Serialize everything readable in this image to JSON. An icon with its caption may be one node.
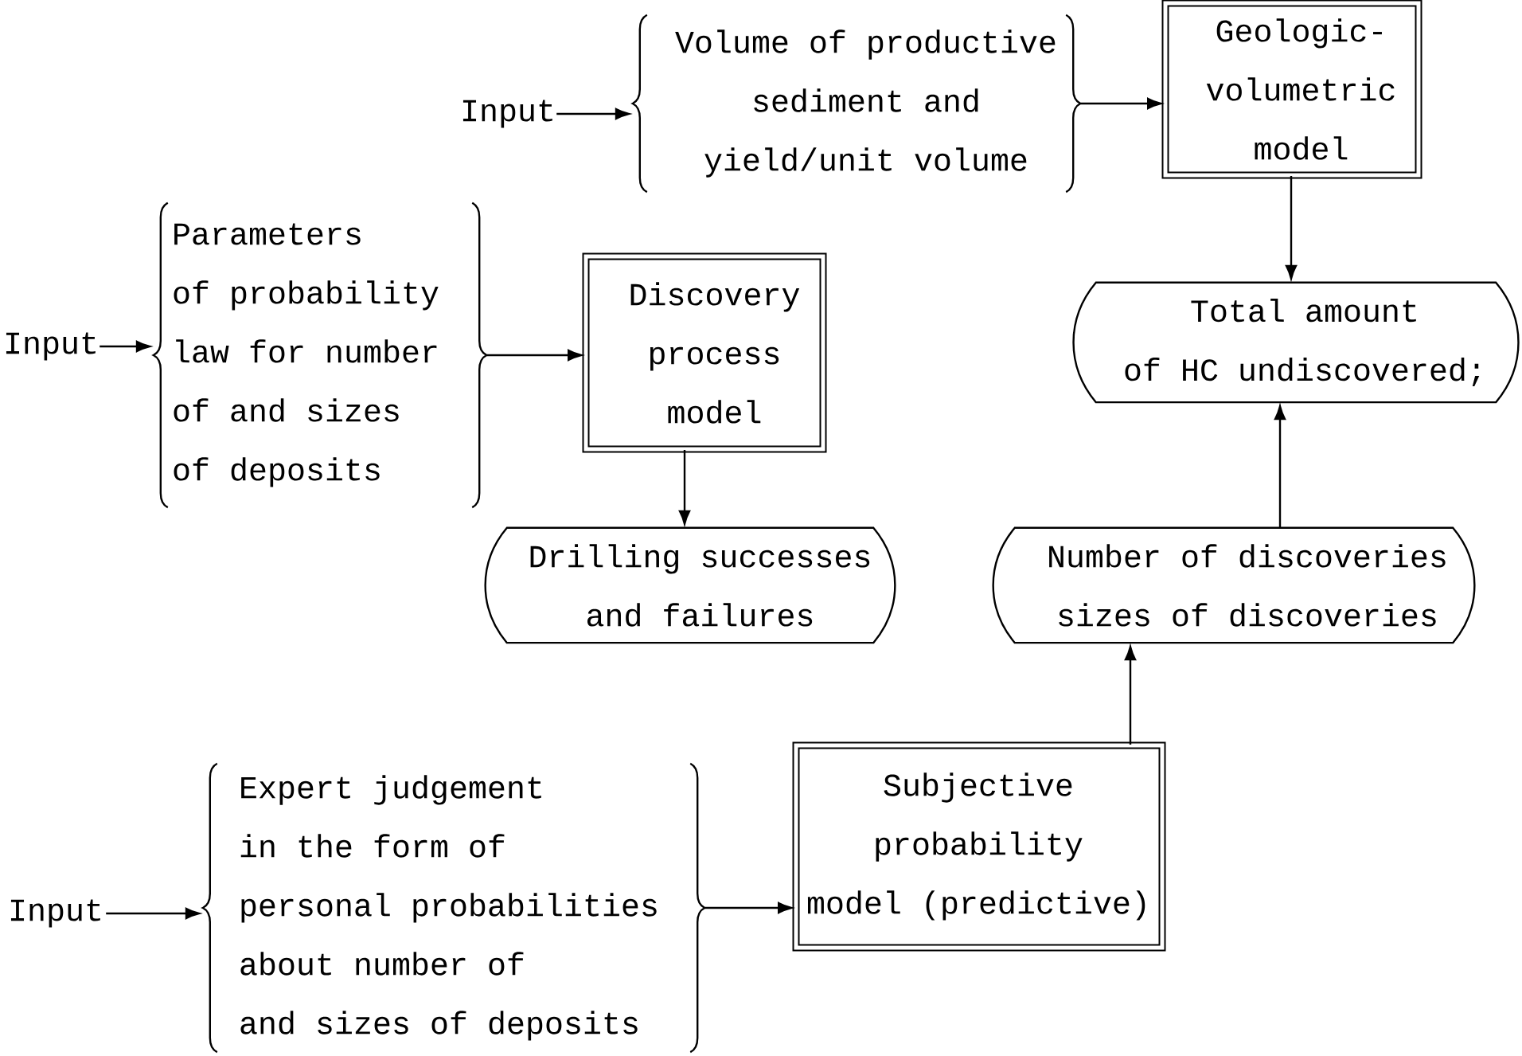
{
  "diagram": {
    "nodes": [
      {
        "text": [
          "Input"
        ]
      },
      {
        "text": [
          "Volume of productive sediment and yield/unit volume"
        ]
      },
      {
        "text": [
          "Geologic- volumetric model"
        ]
      },
      {
        "text": [
          "Input"
        ]
      },
      {
        "text": [
          "Parameters of probability law for number of and sizes of deposits"
        ]
      },
      {
        "text": [
          "Discovery process model"
        ]
      },
      {
        "text": [
          "Total amount of HC undiscovered;"
        ]
      },
      {
        "text": [
          "Drilling successes and failures"
        ]
      },
      {
        "text": [
          "Number of discoveries sizes of discoveries"
        ]
      },
      {
        "text": [
          "Input"
        ]
      },
      {
        "text": [
          "Expert judgement in the form of personal probabilities about number of and sizes of deposits"
        ]
      },
      {
        "text": [
          "Subjective probability model (predictive)"
        ]
      }
    ],
    "edges": [
      {
        "from": 0,
        "to": 1,
        "arrow": "to"
      },
      {
        "from": 1,
        "to": 2,
        "arrow": "to"
      },
      {
        "from": 2,
        "to": 6,
        "arrow": "to"
      },
      {
        "from": 3,
        "to": 4,
        "arrow": "to"
      },
      {
        "from": 4,
        "to": 5,
        "arrow": "to"
      },
      {
        "from": 5,
        "to": 7,
        "arrow": "to"
      },
      {
        "from": 8,
        "to": 6,
        "arrow": "to"
      },
      {
        "from": 9,
        "to": 10,
        "arrow": "to"
      },
      {
        "from": 10,
        "to": 11,
        "arrow": "to"
      },
      {
        "from": 11,
        "to": 8,
        "arrow": "to"
      }
    ]
  }
}
